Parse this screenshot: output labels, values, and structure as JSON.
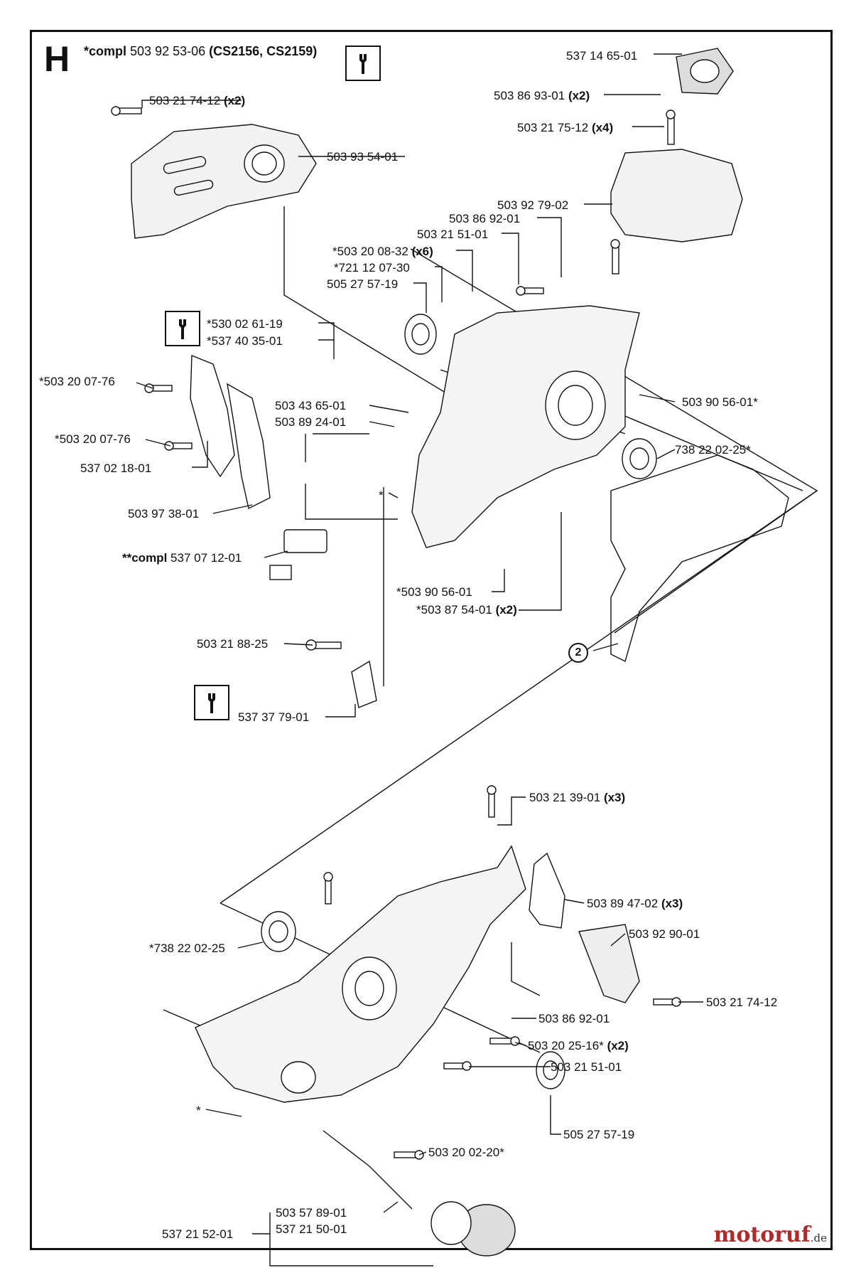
{
  "section": "H",
  "heading": {
    "prefix": "*compl",
    "part": "503 92 53-06",
    "models": "(CS2156, CS2159)"
  },
  "labels": {
    "l1": {
      "prefix": "",
      "part": "537 14 65-01",
      "qty": ""
    },
    "l2": {
      "prefix": "",
      "part": "503 86 93-01",
      "qty": "(x2)"
    },
    "l3": {
      "prefix": "",
      "part": "503 21 75-12",
      "qty": "(x4)"
    },
    "l4": {
      "prefix": "",
      "part": "503 21 74-12",
      "qty": "(x2)"
    },
    "l5": {
      "prefix": "",
      "part": "503 93 54-01",
      "qty": ""
    },
    "l6": {
      "prefix": "",
      "part": "503 92 79-02",
      "qty": ""
    },
    "l7": {
      "prefix": "",
      "part": "503 86 92-01",
      "qty": ""
    },
    "l8": {
      "prefix": "",
      "part": "503 21 51-01",
      "qty": ""
    },
    "l9": {
      "prefix": "",
      "part": "*503 20 08-32",
      "qty": "(x6)"
    },
    "l10": {
      "prefix": "",
      "part": "*721 12 07-30",
      "qty": ""
    },
    "l11": {
      "prefix": "",
      "part": "505 27 57-19",
      "qty": ""
    },
    "l12": {
      "prefix": "",
      "part": "*530 02 61-19",
      "qty": ""
    },
    "l13": {
      "prefix": "",
      "part": "*537 40 35-01",
      "qty": ""
    },
    "l14": {
      "prefix": "",
      "part": "*503 20 07-76",
      "qty": ""
    },
    "l15": {
      "prefix": "",
      "part": "503 43 65-01",
      "qty": ""
    },
    "l16": {
      "prefix": "",
      "part": "503 89 24-01",
      "qty": ""
    },
    "l17": {
      "prefix": "",
      "part": "503 90 56-01*",
      "qty": ""
    },
    "l18": {
      "prefix": "",
      "part": "*503 20 07-76",
      "qty": ""
    },
    "l19": {
      "prefix": "",
      "part": "738 22 02-25*",
      "qty": ""
    },
    "l20": {
      "prefix": "",
      "part": "537 02 18-01",
      "qty": ""
    },
    "l21": {
      "prefix": "",
      "part": "503 97 38-01",
      "qty": ""
    },
    "l22": {
      "prefix": "**compl",
      "part": "537 07 12-01",
      "qty": ""
    },
    "l23": {
      "prefix": "",
      "part": "*503 90 56-01",
      "qty": ""
    },
    "l24": {
      "prefix": "",
      "part": "*503 87 54-01",
      "qty": "(x2)"
    },
    "l25": {
      "prefix": "",
      "part": "503 21 88-25",
      "qty": ""
    },
    "l26": {
      "prefix": "",
      "part": "537 37 79-01",
      "qty": ""
    },
    "l27": {
      "prefix": "",
      "part": "503 21 39-01",
      "qty": "(x3)"
    },
    "l28": {
      "prefix": "",
      "part": "503 89 47-02",
      "qty": "(x3)"
    },
    "l29": {
      "prefix": "",
      "part": "*738 22 02-25",
      "qty": ""
    },
    "l30": {
      "prefix": "",
      "part": "503 92 90-01",
      "qty": ""
    },
    "l31": {
      "prefix": "",
      "part": "503 21 74-12",
      "qty": ""
    },
    "l32": {
      "prefix": "",
      "part": "503 86 92-01",
      "qty": ""
    },
    "l33": {
      "prefix": "",
      "part": "503 20 25-16*",
      "qty": "(x2)"
    },
    "l34": {
      "prefix": "",
      "part": "503 21 51-01",
      "qty": ""
    },
    "l35": {
      "prefix": "",
      "part": "505 27 57-19",
      "qty": ""
    },
    "l36": {
      "prefix": "",
      "part": "503 20 02-20*",
      "qty": ""
    },
    "l37": {
      "prefix": "",
      "part": "503 57 89-01",
      "qty": ""
    },
    "l38": {
      "prefix": "",
      "part": "537 21 50-01",
      "qty": ""
    },
    "l39": {
      "prefix": "",
      "part": "537 21 52-01",
      "qty": ""
    }
  },
  "asterisk_marks": {
    "top": "*",
    "bottom": "*"
  },
  "circle_marker": "2",
  "tool_icon_name": "wrench-tool-icon",
  "brand": {
    "name": "motoruf",
    "suffix": ".de",
    "color": "#b02a2a"
  }
}
